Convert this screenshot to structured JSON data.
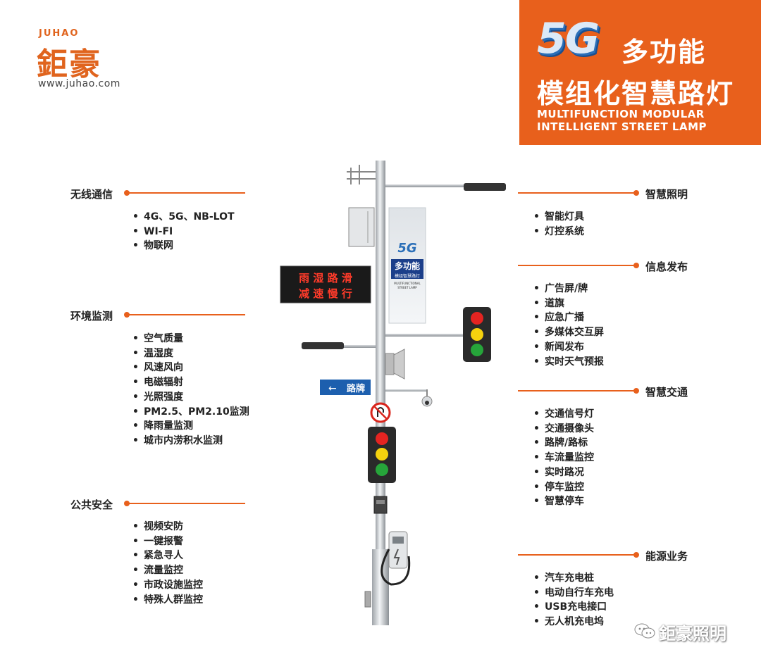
{
  "brand": {
    "name_en": "JUHAO",
    "name_cn": "鉅豪",
    "url": "www.juhao.com"
  },
  "banner": {
    "big": "5G",
    "multi": "多功能",
    "title": "模组化智慧路灯",
    "en_line1": "MULTIFUNCTION MODULAR",
    "en_line2": "INTELLIGENT STREET LAMP"
  },
  "pole": {
    "led_sign": [
      "雨 湿 路 滑",
      "减 速 慢 行"
    ],
    "street_sign": "路牌",
    "banner_big": "5G",
    "banner_multi": "多功能",
    "banner_sub": "模组智慧路灯",
    "banner_en1": "MULTIFUNCTIONAL",
    "banner_en2": "STREET LAMP"
  },
  "sections": {
    "wireless": {
      "title": "无线通信",
      "items": [
        "4G、5G、NB-LOT",
        "WI-FI",
        "物联网"
      ]
    },
    "environment": {
      "title": "环境监测",
      "items": [
        "空气质量",
        "温湿度",
        "风速风向",
        "电磁辐射",
        "光照强度",
        "PM2.5、PM2.10监测",
        "降雨量监测",
        "城市内涝积水监测"
      ]
    },
    "safety": {
      "title": "公共安全",
      "items": [
        "视频安防",
        "一键报警",
        "紧急寻人",
        "流量监控",
        "市政设施监控",
        "特殊人群监控"
      ]
    },
    "lighting": {
      "title": "智慧照明",
      "items": [
        "智能灯具",
        "灯控系统"
      ]
    },
    "info": {
      "title": "信息发布",
      "items": [
        "广告屏/牌",
        "道旗",
        "应急广播",
        "多媒体交互屏",
        "新闻发布",
        "实时天气预报"
      ]
    },
    "traffic": {
      "title": "智慧交通",
      "items": [
        "交通信号灯",
        "交通摄像头",
        "路牌/路标",
        "车流量监控",
        "实时路况",
        "停车监控",
        "智慧停车"
      ]
    },
    "energy": {
      "title": "能源业务",
      "items": [
        "汽车充电桩",
        "电动自行车充电",
        "USB充电接口",
        "无人机充电坞"
      ]
    }
  },
  "footer": {
    "text": "鉅豪照明"
  },
  "colors": {
    "accent": "#e8601c",
    "text": "#222222"
  }
}
